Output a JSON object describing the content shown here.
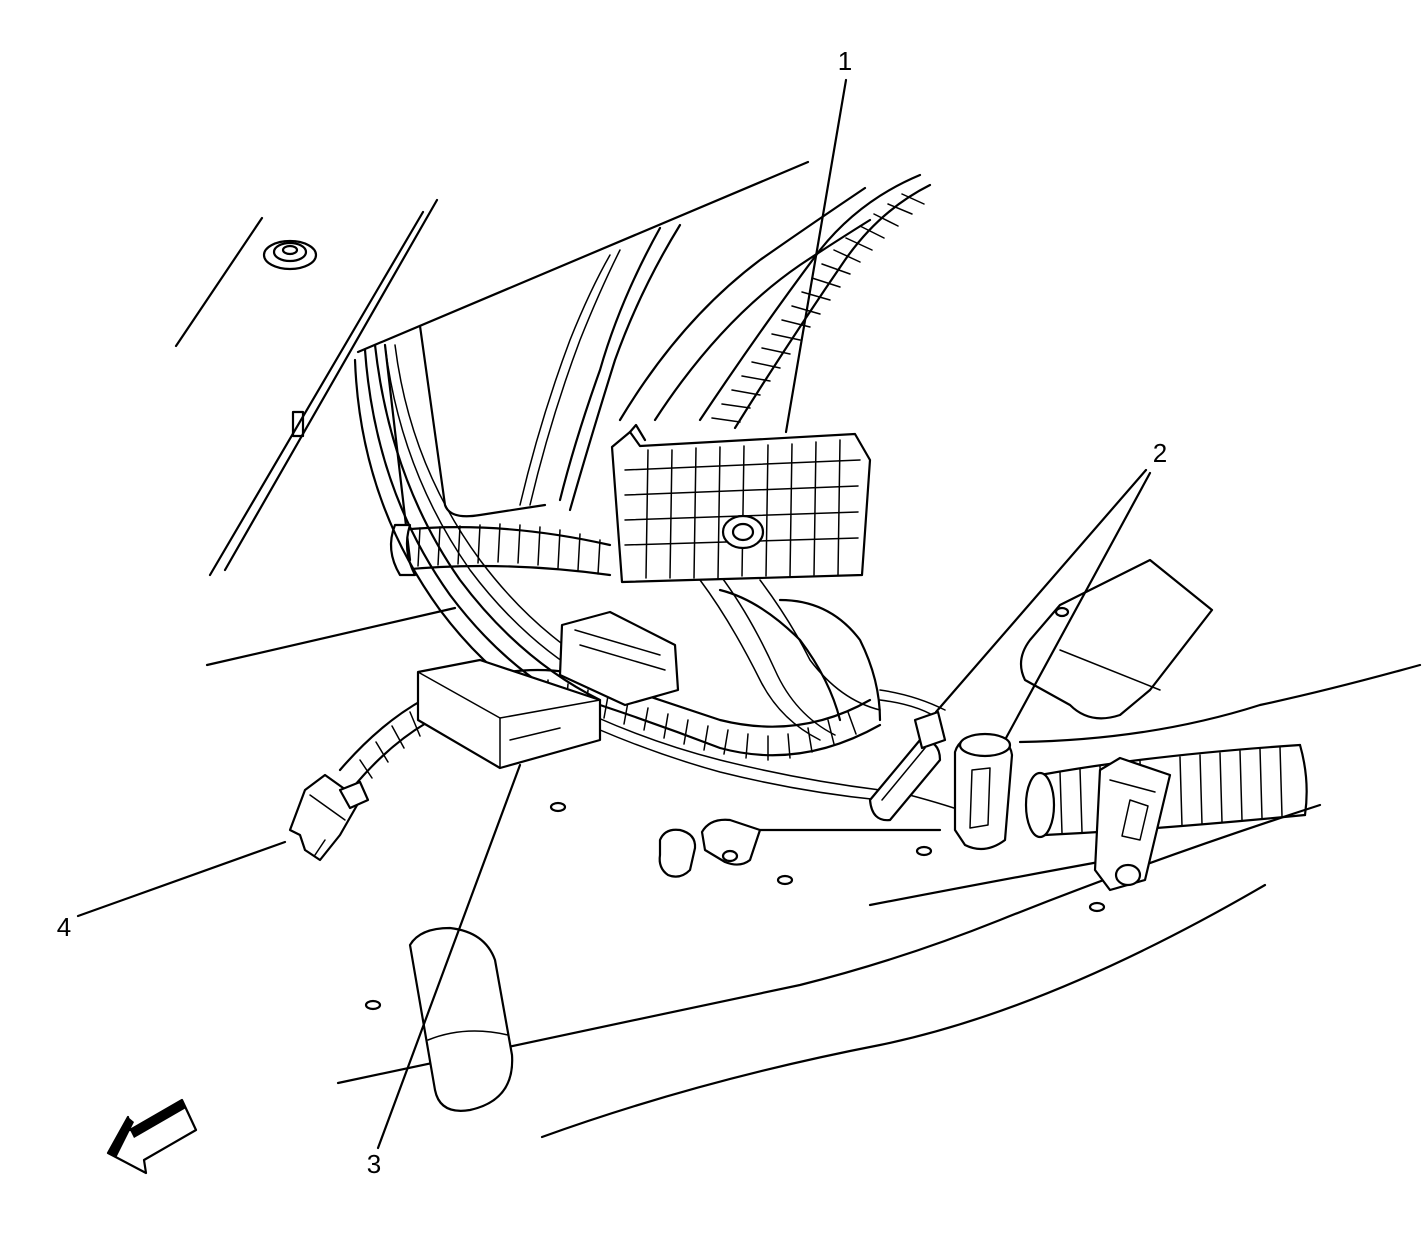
{
  "callouts": [
    {
      "id": "1",
      "label": "1"
    },
    {
      "id": "2",
      "label": "2"
    },
    {
      "id": "3",
      "label": "3"
    },
    {
      "id": "4",
      "label": "4"
    }
  ],
  "icons": {
    "direction_arrow": "forward-direction-arrow-icon"
  },
  "colors": {
    "line": "#000000",
    "background": "#ffffff"
  }
}
